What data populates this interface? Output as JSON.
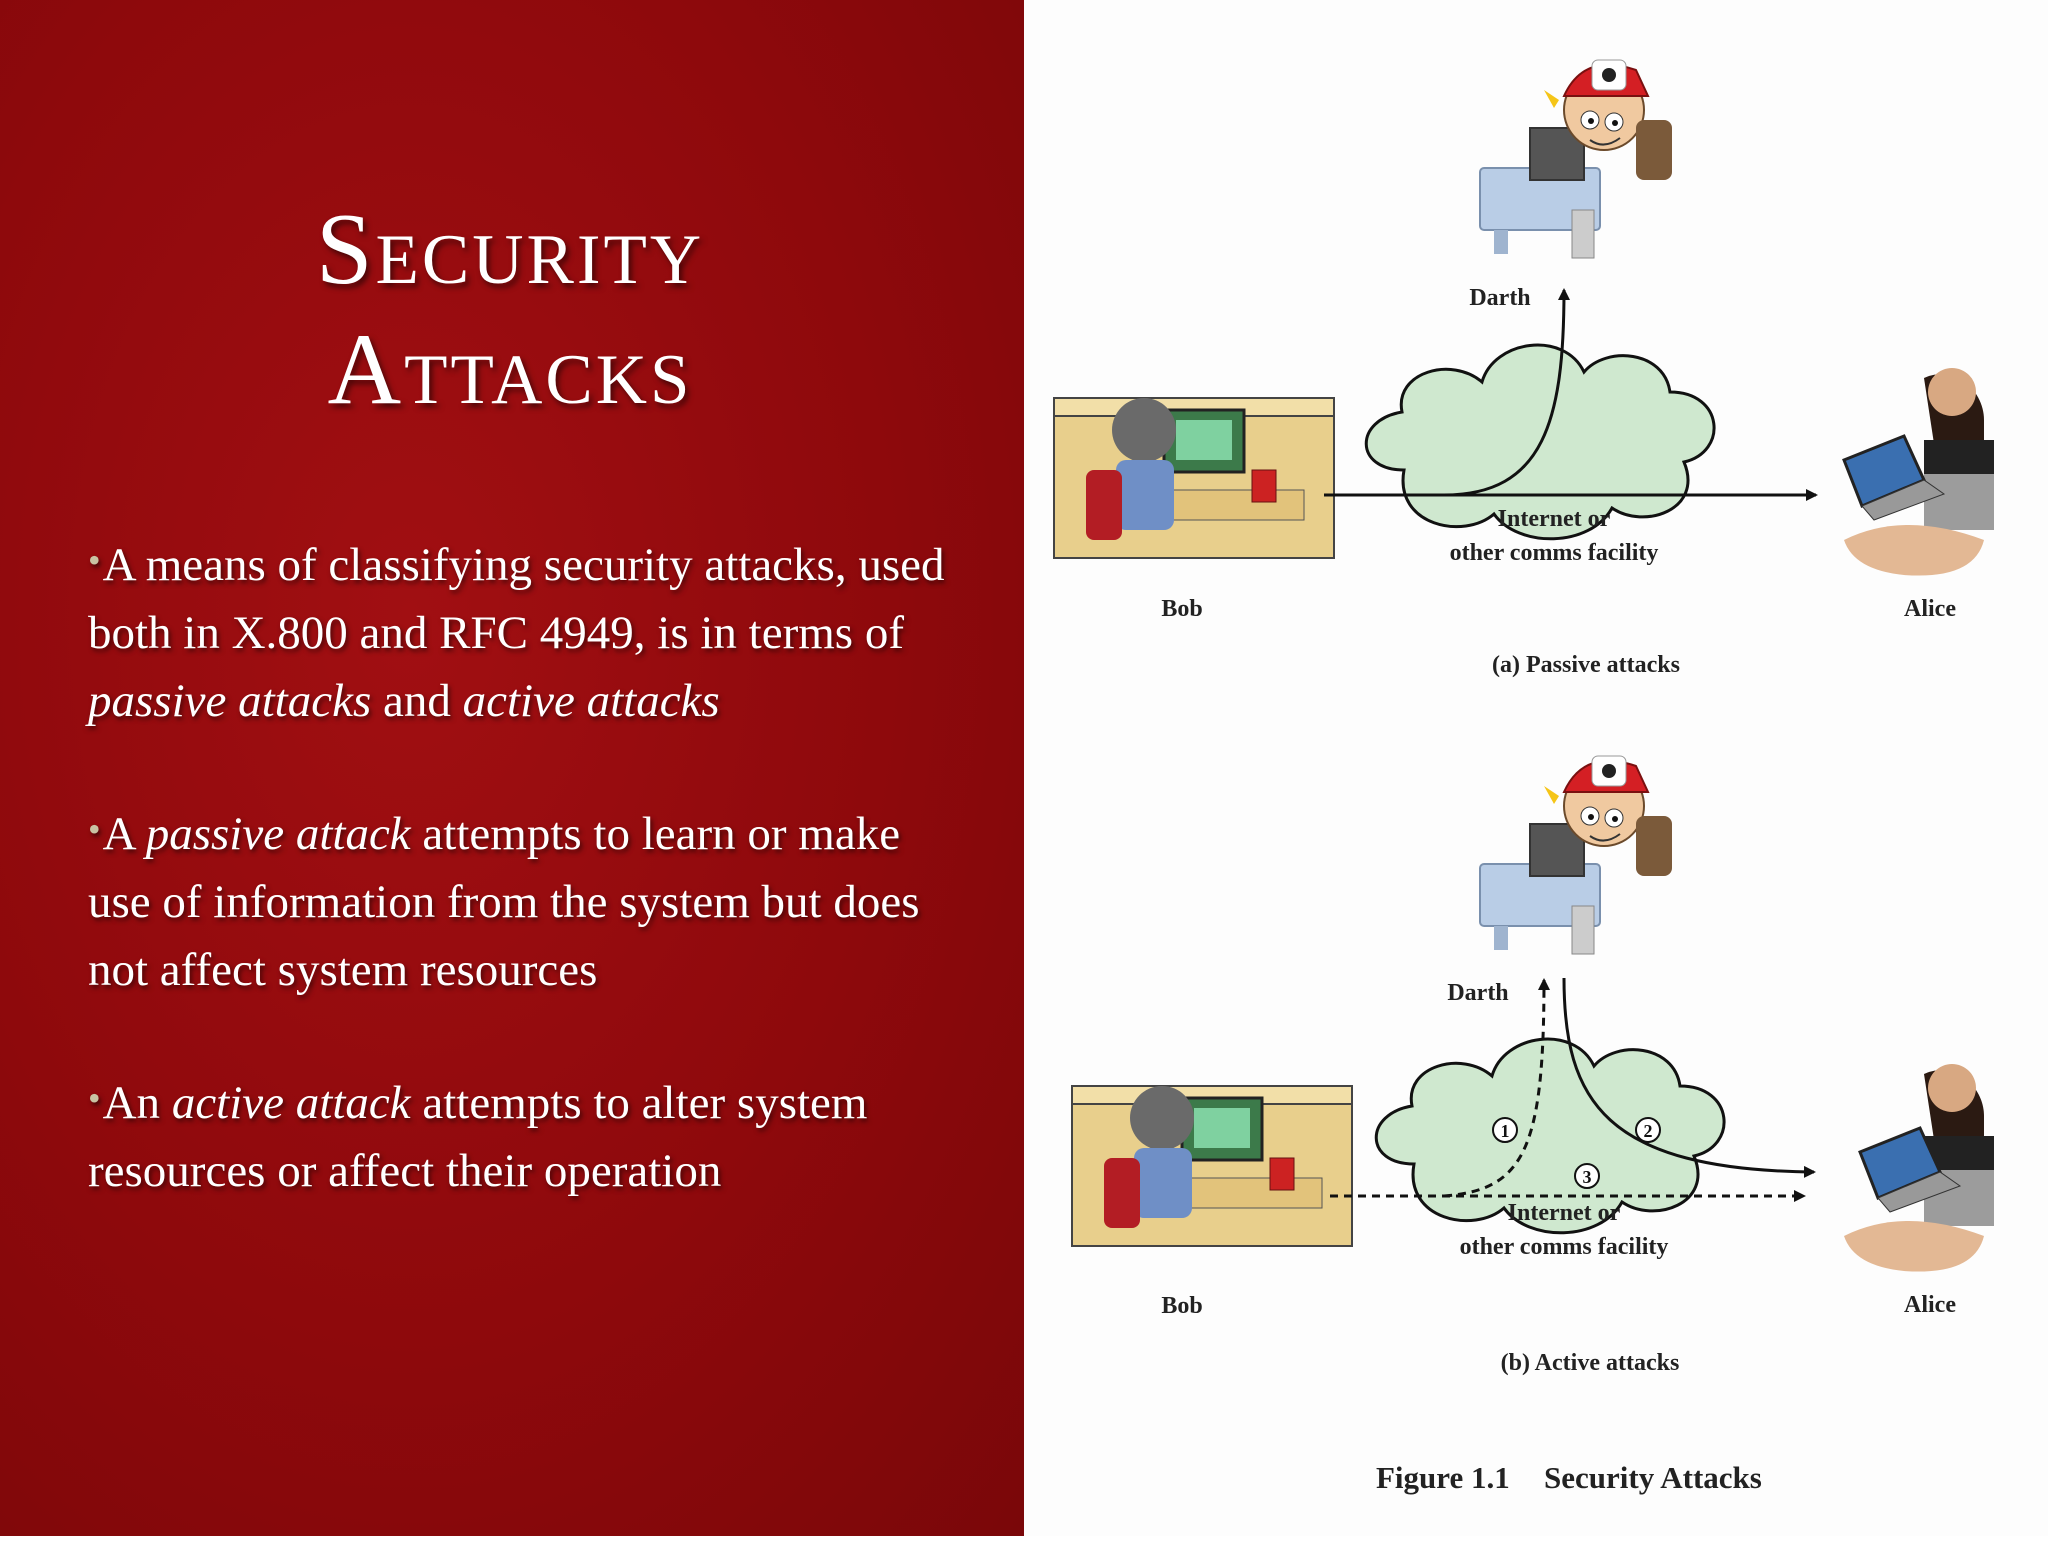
{
  "slide": {
    "title_line1": "Security",
    "title_line2": "Attacks",
    "bullets": [
      {
        "segments": [
          {
            "text": "A means of classifying security attacks, used both in X.800 and RFC 4949, is in terms of ",
            "italic": false
          },
          {
            "text": "passive attacks",
            "italic": true
          },
          {
            "text": " and ",
            "italic": false
          },
          {
            "text": "active attacks",
            "italic": true
          }
        ]
      },
      {
        "segments": [
          {
            "text": "A ",
            "italic": false
          },
          {
            "text": "passive attack",
            "italic": true
          },
          {
            "text": " attempts to learn or make use of information from the system but does not affect system resources",
            "italic": false
          }
        ]
      },
      {
        "segments": [
          {
            "text": "An ",
            "italic": false
          },
          {
            "text": "active attack",
            "italic": true
          },
          {
            "text": " attempts to alter system resources or affect their operation",
            "italic": false
          }
        ]
      }
    ]
  },
  "figure": {
    "passive": {
      "darth": "Darth",
      "bob": "Bob",
      "alice": "Alice",
      "cloud_line1": "Internet or",
      "cloud_line2": "other comms facility",
      "caption": "(a) Passive attacks"
    },
    "active": {
      "darth": "Darth",
      "bob": "Bob",
      "alice": "Alice",
      "cloud_line1": "Internet or",
      "cloud_line2": "other comms facility",
      "caption": "(b) Active attacks",
      "marker1": "1",
      "marker2": "2",
      "marker3": "3"
    },
    "caption_number": "Figure 1.1",
    "caption_title": "Security Attacks"
  },
  "colors": {
    "panel_red": "#8e090c",
    "cloud_fill": "#cfe8cf",
    "bullet_dot": "#c9c3a3"
  }
}
